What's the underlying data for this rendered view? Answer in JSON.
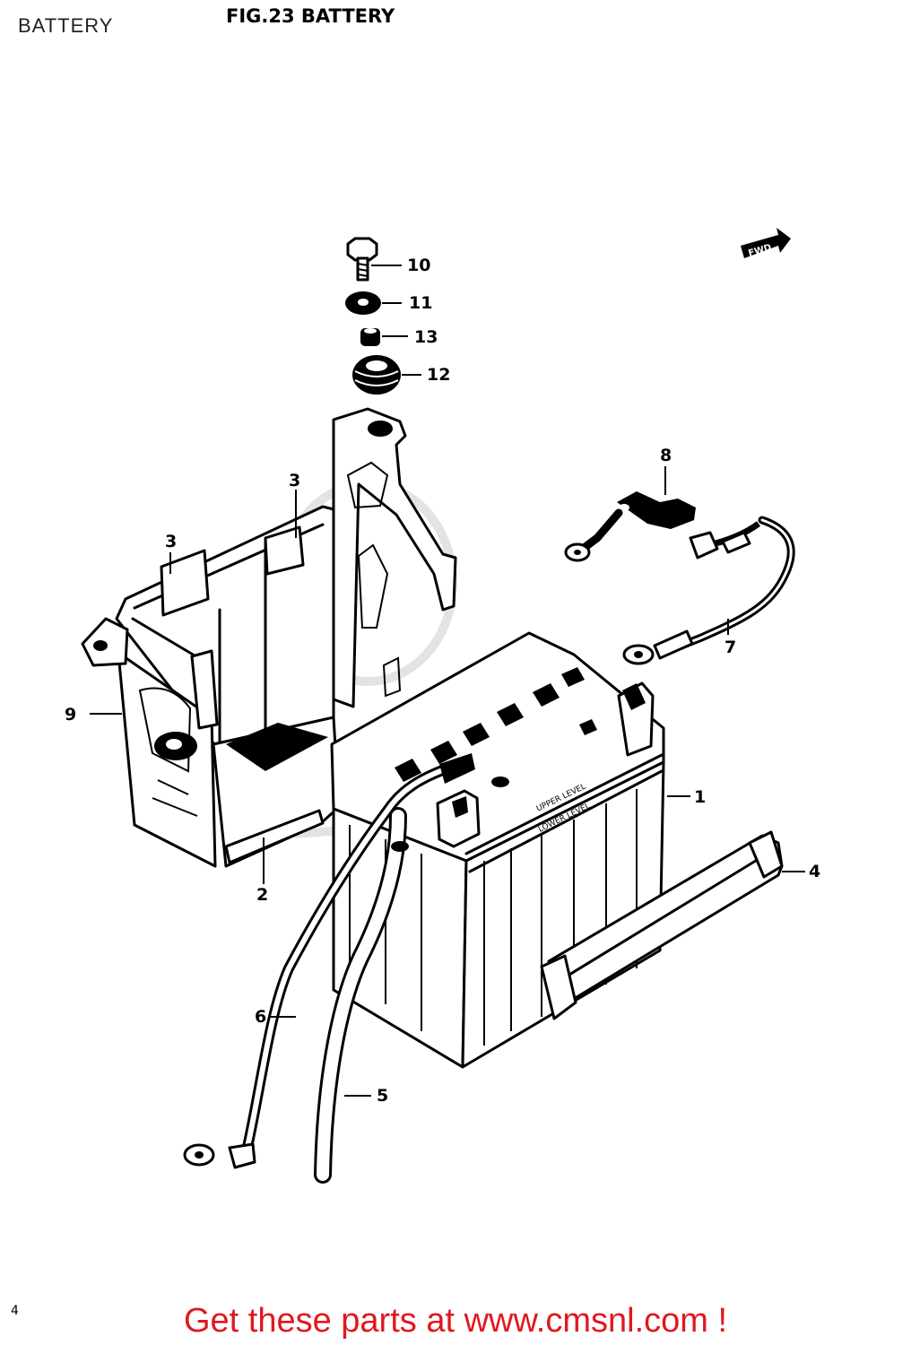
{
  "page_label": "BATTERY",
  "figure_title": "FIG.23  BATTERY",
  "fwd_label": "FWD",
  "callouts": {
    "c1": "1",
    "c2": "2",
    "c3a": "3",
    "c3b": "3",
    "c4": "4",
    "c5": "5",
    "c6": "6",
    "c7": "7",
    "c8": "8",
    "c9": "9",
    "c10": "10",
    "c11": "11",
    "c12": "12",
    "c13": "13"
  },
  "battery_marks": {
    "upper": "UPPER LEVEL",
    "lower": "LOWER LEVEL"
  },
  "page_corner": "4",
  "footer": "Get these parts at www.cmsnl.com !"
}
